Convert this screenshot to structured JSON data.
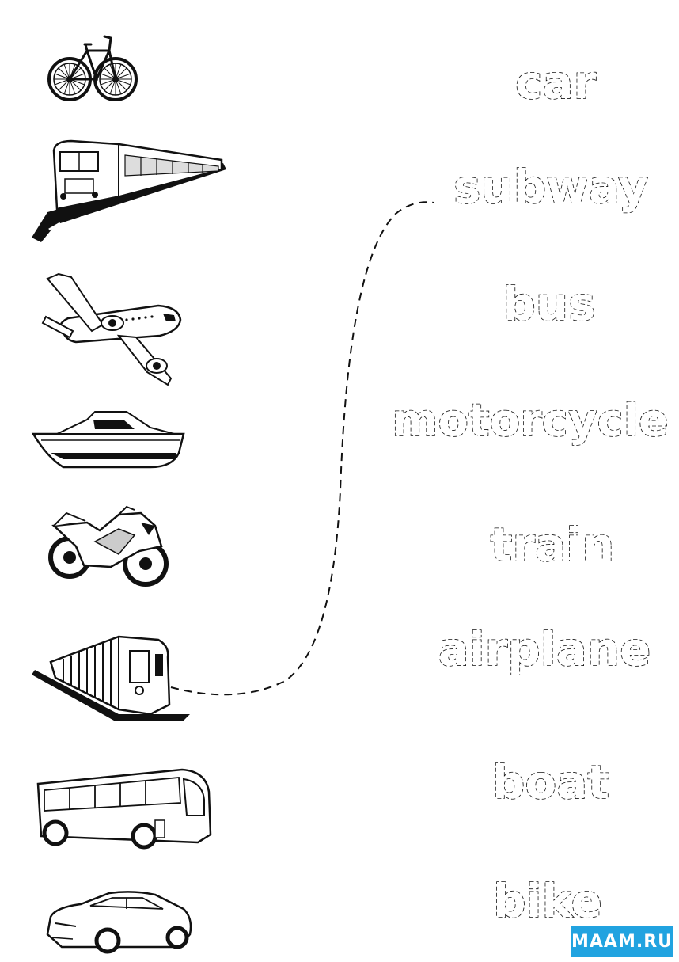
{
  "worksheet": {
    "words": [
      "car",
      "subway",
      "bus",
      "motorcycle",
      "train",
      "airplane",
      "boat",
      "bike"
    ],
    "pictures": [
      "bicycle-icon",
      "train-icon",
      "airplane-icon",
      "boat-icon",
      "motorcycle-icon",
      "subway-icon",
      "bus-icon",
      "car-icon"
    ],
    "example_match": {
      "picture": "subway-icon",
      "word": "subway"
    }
  },
  "watermark": {
    "text": "MAAM.RU",
    "color": "#21a3e0"
  },
  "colors": {
    "ink": "#111111",
    "paper": "#ffffff"
  }
}
